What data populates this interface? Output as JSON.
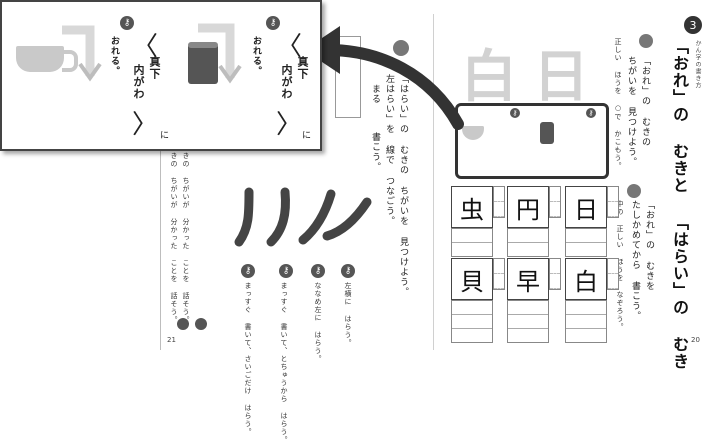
{
  "callout": {
    "panel_a": {
      "bracket_top": "〈",
      "line1": "真下",
      "line2": "内がわ",
      "bracket_bottom": "〉",
      "particle": "に",
      "result": "おれる。"
    },
    "panel_b": {
      "bracket_top": "〈",
      "line1": "真下",
      "line2": "内がわ",
      "bracket_bottom": "〉",
      "particle": "に",
      "result": "おれる。"
    }
  },
  "right_page": {
    "page_number": "20",
    "section_number": "3",
    "section_label": "かん字の書き方",
    "title": "「おれ」の むきと 「はらい」の むき",
    "q1_lines": [
      "「おれ」の むきの",
      "ちがいを 見つけよう。"
    ],
    "q1_instruction": "正しい ほうを ○で かこもう。",
    "q2_lines": [
      "「おれ」の むきを",
      "たしかめてから 書こう。"
    ],
    "q2_instruction": "中の 正しい ほうを なぞろう。",
    "practice_chars": [
      "日",
      "円",
      "虫",
      "白",
      "早",
      "貝"
    ]
  },
  "left_page": {
    "page_number": "21",
    "q3_lines": [
      "「はらい」の むきの ちがいを 見つけよう。",
      "左はらい」を 線で つなごう。"
    ],
    "q3_lead": "まる",
    "q3_write": "書こう。",
    "strokes": [
      {
        "desc": "まっすぐ 書いて、さいごだけ はらう。"
      },
      {
        "desc": "まっすぐ 書いて、とちゅうから はらう。"
      },
      {
        "desc": "ななめ左に はらう。"
      },
      {
        "desc": "左横に はらう。"
      }
    ],
    "side_text": [
      "むきの ちがいが 分かった ことを 話そう。",
      "むきの ちがいが 分かった ことを 話そう。"
    ]
  }
}
